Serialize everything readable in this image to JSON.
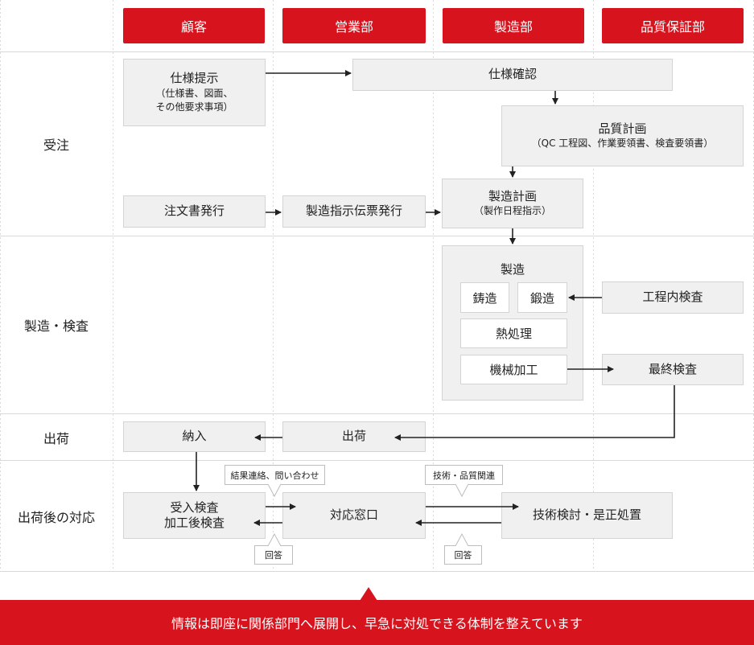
{
  "headers": {
    "customer": "顧客",
    "sales": "営業部",
    "manufacturing": "製造部",
    "quality": "品質保証部"
  },
  "rows": {
    "order": "受注",
    "production": "製造・検査",
    "shipping": "出荷",
    "after": "出荷後の対応"
  },
  "boxes": {
    "spec_present": {
      "title": "仕様提示",
      "sub1": "（仕様書、図面、",
      "sub2": "その他要求事項）"
    },
    "spec_confirm": "仕様確認",
    "quality_plan": {
      "title": "品質計画",
      "sub": "（QC 工程図、作業要領書、検査要領書）"
    },
    "order_issue": "注文書発行",
    "instruction_issue": "製造指示伝票発行",
    "production_plan": {
      "title": "製造計画",
      "sub": "（製作日程指示）"
    },
    "production": "製造",
    "casting": "鋳造",
    "forging": "鍛造",
    "heat_treatment": "熱処理",
    "machining": "機械加工",
    "inprocess_inspection": "工程内検査",
    "final_inspection": "最終検査",
    "delivery": "納入",
    "shipment": "出荷",
    "acceptance": {
      "line1": "受入検査",
      "line2": "加工後検査"
    },
    "contact_window": "対応窓口",
    "tech_review": "技術検討・是正処置"
  },
  "callouts": {
    "result_contact": "結果連絡、問い合わせ",
    "tech_quality": "技術・品質関連",
    "reply_left": "回答",
    "reply_right": "回答"
  },
  "banner": "情報は即座に関係部門へ展開し、早急に対処できる体制を整えています",
  "colors": {
    "accent": "#d7141e",
    "box_fill": "#f0f0f0",
    "grid": "#d9d9d9"
  }
}
